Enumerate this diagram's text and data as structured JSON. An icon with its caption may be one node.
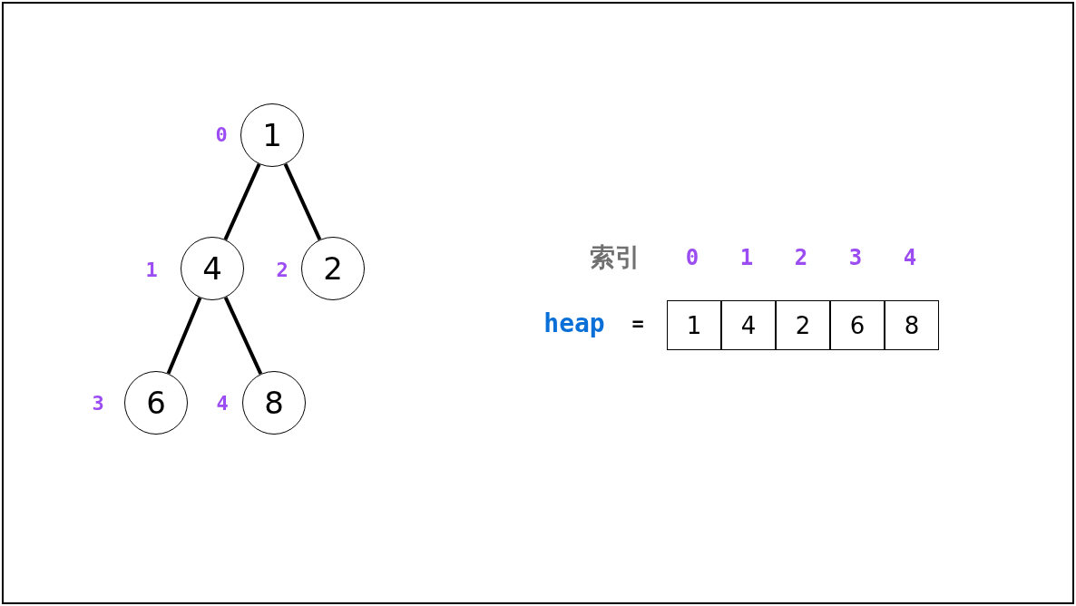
{
  "diagram": {
    "nodes": [
      {
        "text": [
          "1"
        ],
        "beside": [
          "0"
        ]
      },
      {
        "text": [
          "4"
        ],
        "beside": [
          "1"
        ]
      },
      {
        "text": [
          "2"
        ],
        "beside": [
          "2"
        ]
      },
      {
        "text": [
          "6"
        ],
        "beside": [
          "3"
        ]
      },
      {
        "text": [
          "8"
        ],
        "beside": [
          "4"
        ]
      },
      {
        "text": [
          "1"
        ]
      },
      {
        "text": [
          "4"
        ]
      },
      {
        "text": [
          "2"
        ]
      },
      {
        "text": [
          "6"
        ]
      },
      {
        "text": [
          "8"
        ]
      }
    ],
    "edges": [
      {
        "from": 0,
        "to": 1,
        "arrow": "none"
      },
      {
        "from": 0,
        "to": 2,
        "arrow": "none"
      },
      {
        "from": 1,
        "to": 3,
        "arrow": "none"
      },
      {
        "from": 1,
        "to": 4,
        "arrow": "none"
      }
    ],
    "labels": [
      "索引",
      "0",
      "1",
      "2",
      "3",
      "4",
      "heap",
      "="
    ]
  }
}
